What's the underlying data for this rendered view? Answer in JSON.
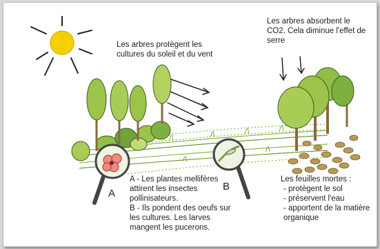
{
  "texts": {
    "sun_note": "Les arbres protègent les cultures du soleil et du vent",
    "co2_note": "Les arbres absorbent le CO2. Cela diminue l'effet de serre",
    "label_a": "A",
    "label_b": "B",
    "pollinators_a": "A - Les plantes mellifères attirent les insectes pollinisateurs.",
    "pollinators_b": "B - Ils pondent des oeufs sur les cultures. Les larves mangent les pucerons.",
    "leaves_title": "Les feuilles mortes :",
    "leaves_items": [
      "- protègent le sol",
      "- préservent l'eau",
      "- apportent de la matière organique"
    ]
  },
  "colors": {
    "sun": "#f5d000",
    "tree_leaf": "#9cc34a",
    "tree_leaf_dark": "#7da83a",
    "trunk": "#8a6a3a",
    "grass": "#8bb84a",
    "dead_leaves": "#b89a55",
    "lens_border": "#444444"
  }
}
